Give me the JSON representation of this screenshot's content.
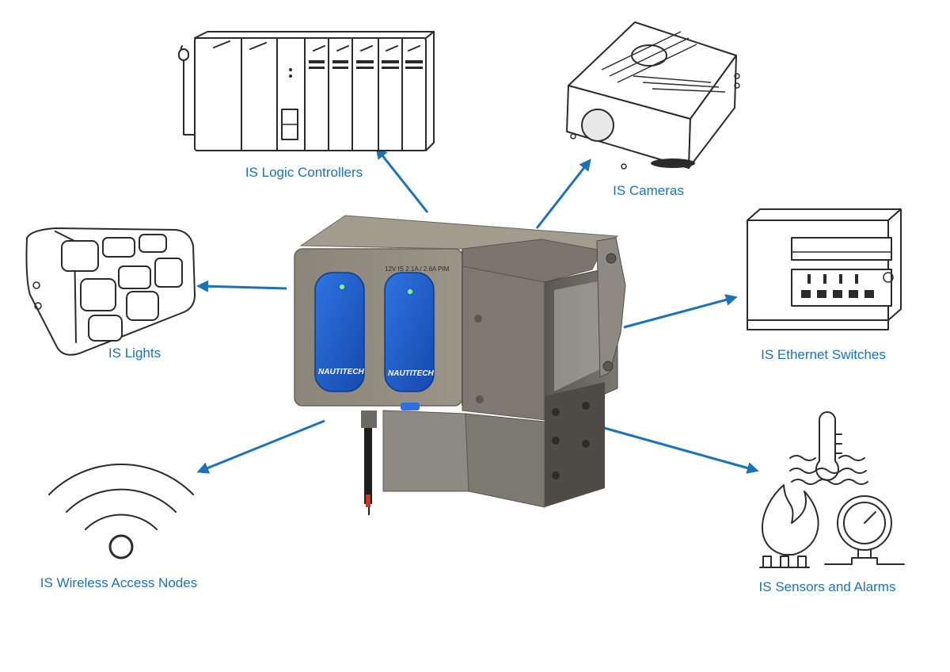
{
  "colors": {
    "accent": "#1a73b8",
    "line_art": "#2b2b2b",
    "hub_body": "#8c8779",
    "hub_panel": "#1f5fd0",
    "hub_side": "#6e6a63"
  },
  "hub": {
    "brand_left": "NAUTITECH",
    "brand_right": "NAUTITECH",
    "rating_text": "12V IS 2.1A / 2.6A PIM"
  },
  "nodes": [
    {
      "id": "logic",
      "label": "IS Logic Controllers",
      "icon": "plc-rack-icon"
    },
    {
      "id": "cameras",
      "label": "IS Cameras",
      "icon": "camera-housing-icon"
    },
    {
      "id": "lights",
      "label": "IS Lights",
      "icon": "led-light-icon"
    },
    {
      "id": "ethernet",
      "label": "IS Ethernet Switches",
      "icon": "ethernet-switch-icon"
    },
    {
      "id": "wireless",
      "label": "IS Wireless Access Nodes",
      "icon": "wifi-icon"
    },
    {
      "id": "sensors",
      "label": "IS Sensors and Alarms",
      "icon": "sensor-alarm-icon"
    }
  ]
}
